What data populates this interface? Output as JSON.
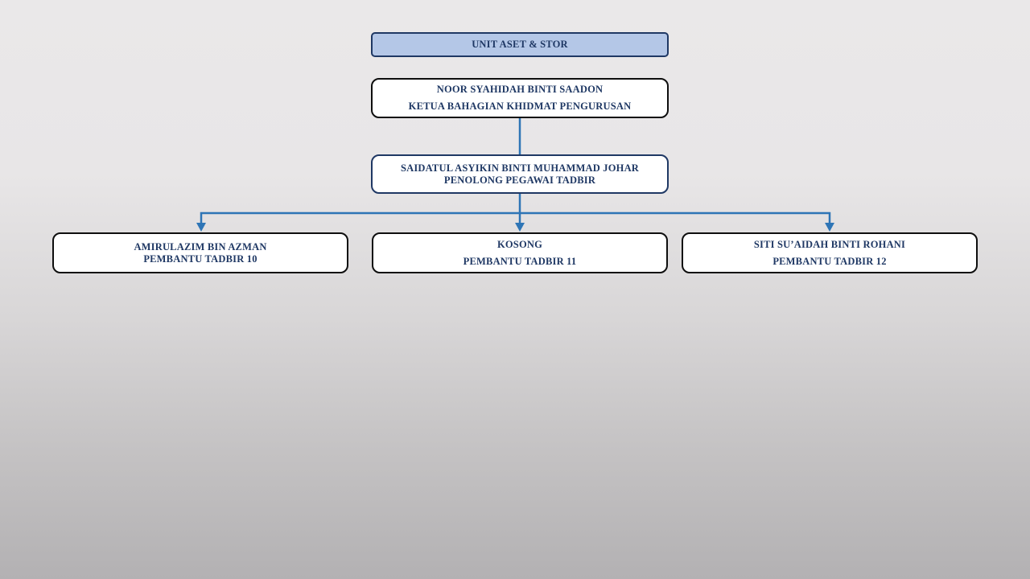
{
  "org": {
    "unit_label": "UNIT ASET & STOR",
    "nodes": [
      {
        "name": "NOOR SYAHIDAH BINTI SAADON",
        "title": "KETUA BAHAGIAN KHIDMAT PENGURUSAN"
      },
      {
        "name": "SAIDATUL ASYIKIN BINTI MUHAMMAD JOHAR",
        "title": "PENOLONG PEGAWAI TADBIR"
      },
      {
        "name": "AMIRULAZIM BIN AZMAN",
        "title": "PEMBANTU TADBIR 10"
      },
      {
        "name": "KOSONG",
        "title": "PEMBANTU TADBIR 11"
      },
      {
        "name": "SITI SU’AIDAH BINTI ROHANI",
        "title": "PEMBANTU TADBIR 12"
      }
    ],
    "colors": {
      "unit_fill": "#b4c7e7",
      "navy_text": "#1f3864",
      "navy_border": "#1f3864",
      "black_border": "#0e0e0e",
      "connector": "#2e75b6",
      "node_fill": "#ffffff"
    }
  }
}
